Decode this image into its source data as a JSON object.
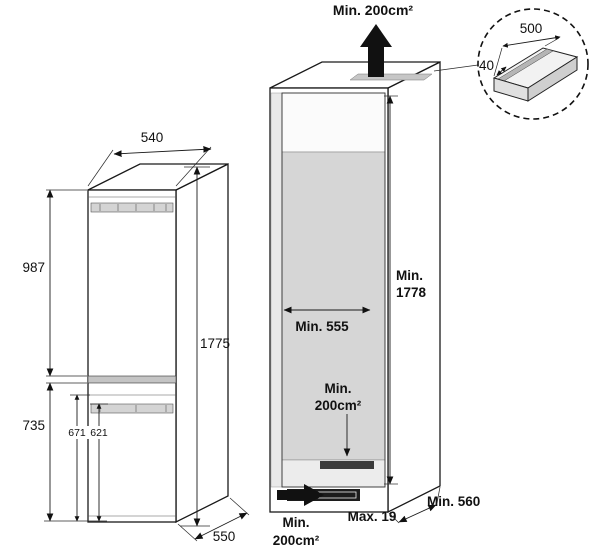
{
  "ink": "#1a1a1a",
  "fridge": {
    "width": "540",
    "upper_height": "987",
    "lower_height": "735",
    "inner_height_a": "671",
    "inner_height_b": "621",
    "total_height": "1775",
    "depth": "550"
  },
  "cabinet": {
    "top_vent": "Min. 200cm²",
    "inner_height_line1": "Min.",
    "inner_height_line2": "1778",
    "inner_width": "Min. 555",
    "mid_vent_line1": "Min.",
    "mid_vent_line2": "200cm²",
    "base_thickness": "Max. 19",
    "depth": "Min. 560",
    "bottom_vent_line1": "Min.",
    "bottom_vent_line2": "200cm²"
  },
  "detail_callout": {
    "cutout_width": "500",
    "cutout_depth": "40"
  }
}
